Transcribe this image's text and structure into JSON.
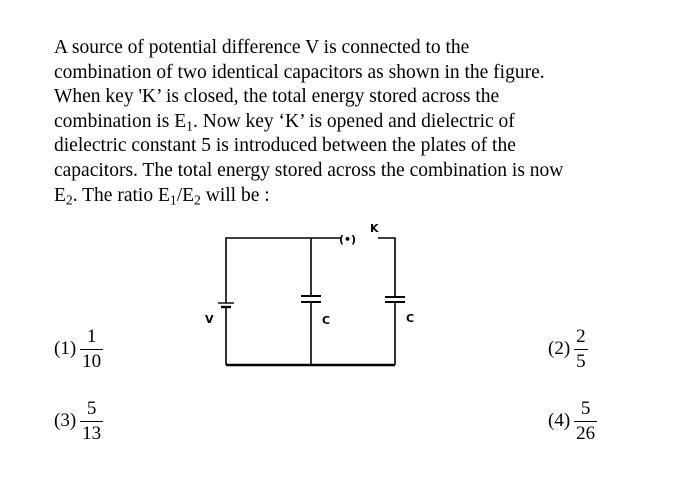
{
  "question": {
    "line1": "A source of potential difference V is connected to the",
    "line2": "combination of two identical capacitors as shown in the figure.",
    "line3": "When key 'K’ is closed, the total energy stored across the",
    "line4a": "combination is E",
    "line4sub": "1",
    "line4b": ". Now key ‘K’ is opened and dielectric of",
    "line5": "dielectric constant 5 is introduced between the plates of the",
    "line6": "capacitors. The total energy stored across the combination is now",
    "line7a": "E",
    "line7sub1": "2",
    "line7b": ". The ratio E",
    "line7sub2": "1",
    "line7c": "/E",
    "line7sub3": "2",
    "line7d": " will be :"
  },
  "circuit": {
    "source_label": "V",
    "capacitor1_label": "C",
    "capacitor2_label": "C",
    "key_label": "K",
    "key_symbol": "(•)"
  },
  "options": [
    {
      "number": "(1)",
      "numerator": "1",
      "denominator": "10"
    },
    {
      "number": "(2)",
      "numerator": "2",
      "denominator": "5"
    },
    {
      "number": "(3)",
      "numerator": "5",
      "denominator": "13"
    },
    {
      "number": "(4)",
      "numerator": "5",
      "denominator": "26"
    }
  ]
}
